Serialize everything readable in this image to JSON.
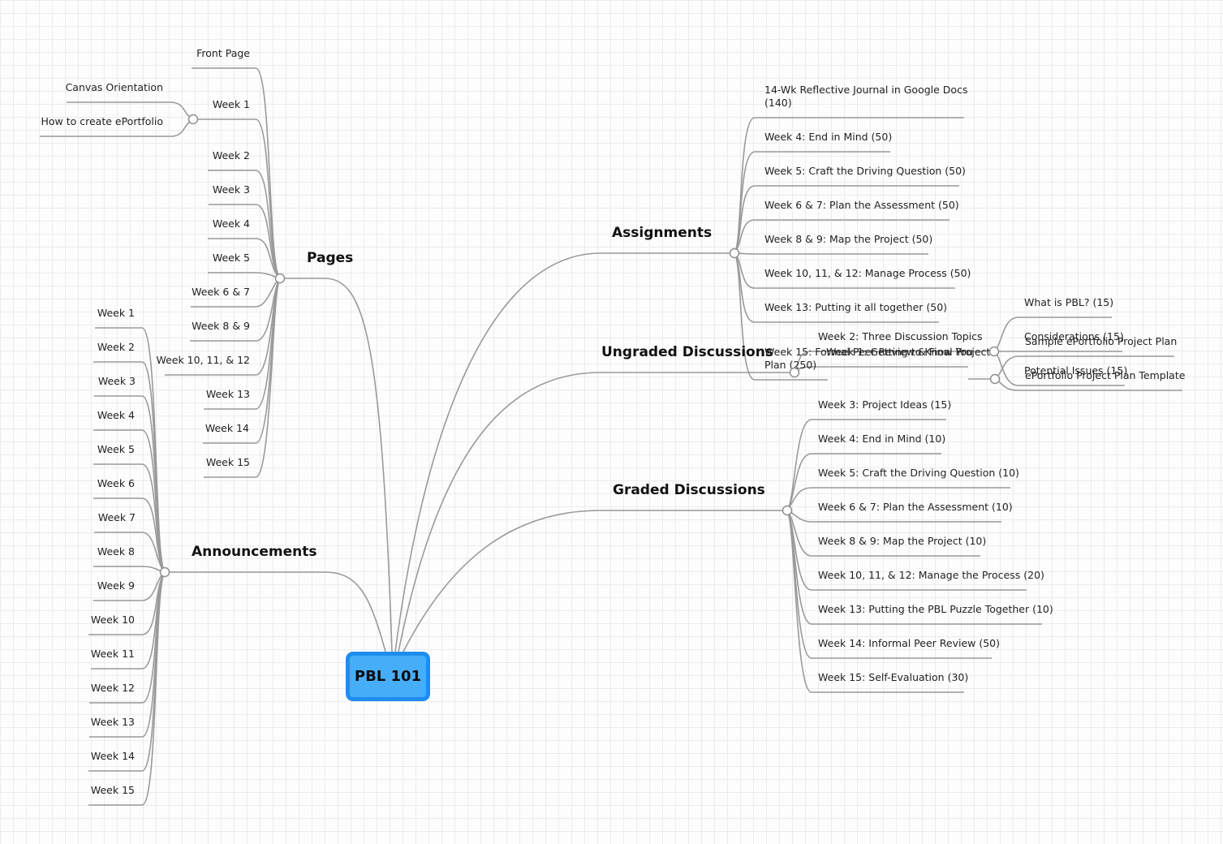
{
  "root": {
    "label": "PBL 101",
    "color": "#46aef9",
    "border_color": "#1f8cf2"
  },
  "line_color": "#9a9a9a",
  "branches": {
    "pages": {
      "label": "Pages",
      "items": [
        "Front Page",
        "Week 1",
        "Week 2",
        "Week 3",
        "Week 4",
        "Week 5",
        "Week 6 & 7",
        "Week 8 & 9",
        "Week 10, 11, & 12",
        "Week 13",
        "Week 14",
        "Week 15"
      ],
      "week1_children": [
        "Canvas Orientation",
        "How to create ePortfolio"
      ]
    },
    "announcements": {
      "label": "Announcements",
      "items": [
        "Week 1",
        "Week 2",
        "Week 3",
        "Week 4",
        "Week 5",
        "Week 6",
        "Week 7",
        "Week 8",
        "Week 9",
        "Week 10",
        "Week 11",
        "Week 12",
        "Week 13",
        "Week 14",
        "Week 15"
      ]
    },
    "assignments": {
      "label": "Assignments",
      "items": [
        {
          "line1": "14-Wk Reflective Journal in Google Docs",
          "line2": "(140)"
        },
        {
          "line1": "Week 4: End in Mind (50)"
        },
        {
          "line1": "Week 5: Craft the Driving Question (50)"
        },
        {
          "line1": "Week 6 & 7: Plan the Assessment (50)"
        },
        {
          "line1": "Week 8 & 9: Map the Project (50)"
        },
        {
          "line1": "Week 10, 11, & 12: Manage Process (50)"
        },
        {
          "line1": "Week 13: Putting it all together (50)"
        },
        {
          "line1": "Week 15: Formal Peer Review & Final Project",
          "line2": "Plan (250)"
        }
      ]
    },
    "ungraded": {
      "label": "Ungraded Discussions",
      "items": [
        "Week 2: Three Discussion Topics",
        "Week 1: Getting to Know You"
      ],
      "week2_children": [
        "What is PBL? (15)",
        "Considerations (15)",
        "Potential Issues (15)"
      ],
      "week1_children": [
        "Sample ePortfolio Project Plan",
        "ePortfolio Project Plan Template"
      ]
    },
    "graded": {
      "label": "Graded Discussions",
      "items": [
        "Week 3: Project Ideas (15)",
        "Week 4: End in Mind (10)",
        "Week 5: Craft the Driving Question (10)",
        "Week 6 & 7: Plan the Assessment (10)",
        "Week 8 & 9: Map the Project (10)",
        "Week 10, 11, & 12: Manage the Process (20)",
        "Week 13: Putting the PBL Puzzle Together (10)",
        "Week 14: Informal Peer Review (50)",
        "Week 15: Self-Evaluation (30)"
      ]
    }
  }
}
